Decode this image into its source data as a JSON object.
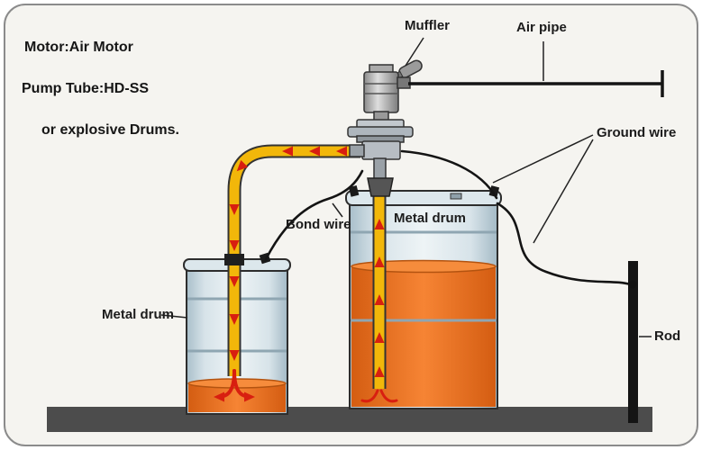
{
  "labels": {
    "motor_spec": "Motor:Air Motor",
    "pump_tube_spec": "Pump Tube:HD-SS",
    "drums_note": "or explosive Drums.",
    "muffler": "Muffler",
    "air_pipe": "Air pipe",
    "ground_wire": "Ground wire",
    "bond_wire": "Bond wire",
    "metal_drum_large": "Metal drum",
    "metal_drum_small": "Metal drum",
    "rod": "Rod"
  },
  "colors": {
    "liquid": "#ee7a28",
    "hose": "#f2b70a",
    "arrow": "#d81f10",
    "drum_body": "#d9e5ea",
    "floor": "#4c4c4c",
    "wire": "#141414",
    "rod": "#141414",
    "pump_metal": "#b7bdc3",
    "panel_background": "#f5f4f0",
    "panel_border": "#8b8b8b"
  }
}
